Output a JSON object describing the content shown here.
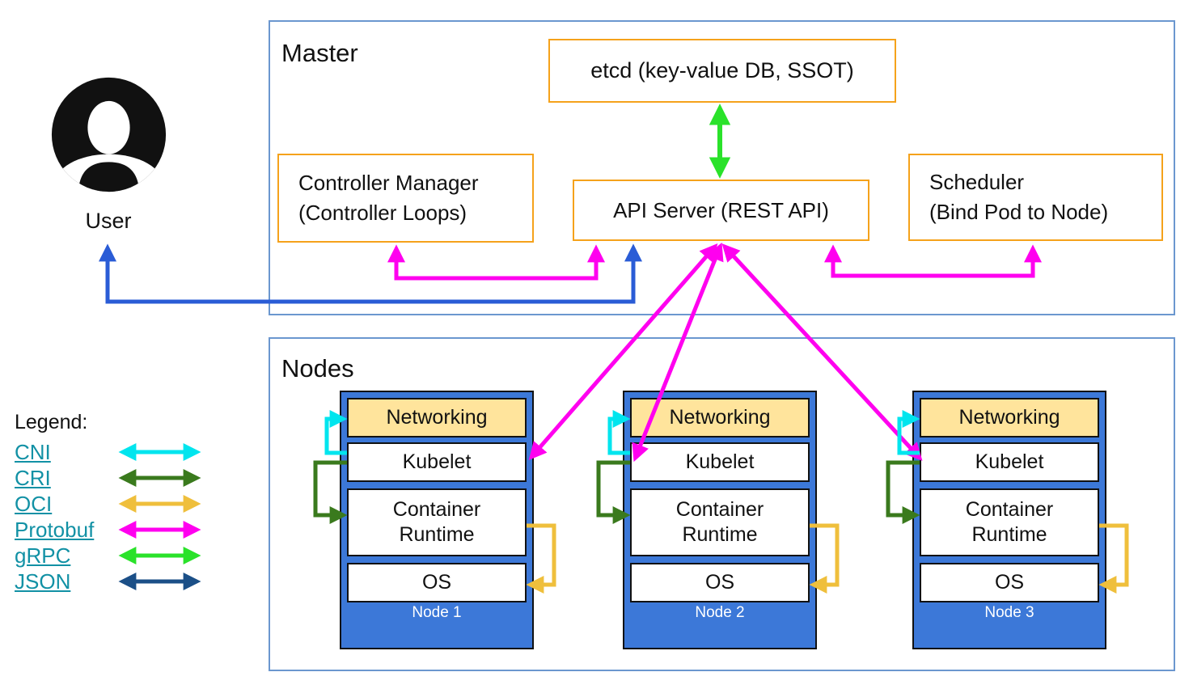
{
  "user": {
    "label": "User"
  },
  "master": {
    "title": "Master",
    "etcd": "etcd (key-value DB, SSOT)",
    "controller_manager": {
      "line1": "Controller Manager",
      "line2": "(Controller Loops)"
    },
    "api_server": "API Server (REST API)",
    "scheduler": {
      "line1": "Scheduler",
      "line2": "(Bind Pod to Node)"
    }
  },
  "nodes_section": {
    "title": "Nodes",
    "nodes": [
      {
        "networking": "Networking",
        "kubelet": "Kubelet",
        "runtime_line1": "Container",
        "runtime_line2": "Runtime",
        "os": "OS",
        "label": "Node 1"
      },
      {
        "networking": "Networking",
        "kubelet": "Kubelet",
        "runtime_line1": "Container",
        "runtime_line2": "Runtime",
        "os": "OS",
        "label": "Node 2"
      },
      {
        "networking": "Networking",
        "kubelet": "Kubelet",
        "runtime_line1": "Container",
        "runtime_line2": "Runtime",
        "os": "OS",
        "label": "Node 3"
      }
    ]
  },
  "legend": {
    "title": "Legend:",
    "items": [
      {
        "label": "CNI",
        "color": "#00e5ee"
      },
      {
        "label": "CRI",
        "color": "#3a7a1d"
      },
      {
        "label": "OCI",
        "color": "#efbf3c"
      },
      {
        "label": "Protobuf",
        "color": "#ff00ef"
      },
      {
        "label": "gRPC",
        "color": "#2ae22a"
      },
      {
        "label": "JSON",
        "color": "#1b4f87"
      }
    ]
  },
  "colors": {
    "cni": "#00e5ee",
    "cri": "#3a7a1d",
    "oci": "#efbf3c",
    "protobuf": "#ff00ef",
    "grpc": "#2ae22a",
    "json": "#1b4f87",
    "user_arrow": "#2a5cd6",
    "orange_border": "#f5a21b",
    "frame_border": "#6b97cf",
    "node_fill": "#3c78d8",
    "networking_fill": "#ffe49c",
    "link_color": "#1291a5"
  }
}
